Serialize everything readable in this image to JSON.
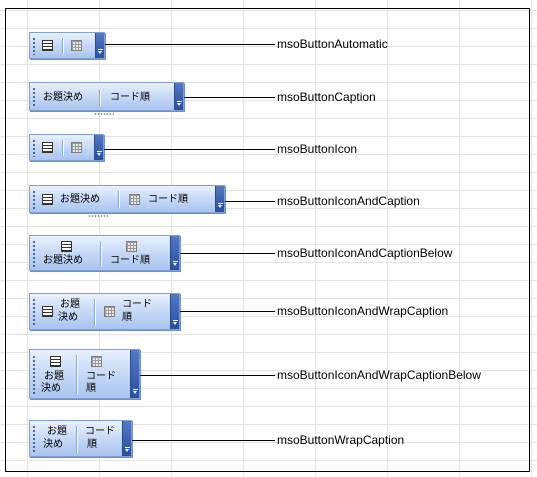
{
  "toolbar_items": {
    "title_label": "お題決め",
    "title_line1": "お題",
    "title_line2": "決め",
    "code_label": "コード順",
    "code_line1": "コード",
    "code_line2": "順",
    "list_icon": "list-icon",
    "grid_icon": "grid-icon"
  },
  "styles": [
    "msoButtonAutomatic",
    "msoButtonCaption",
    "msoButtonIcon",
    "msoButtonIconAndCaption",
    "msoButtonIconAndCaptionBelow",
    "msoButtonIconAndWrapCaption",
    "msoButtonIconAndWrapCaptionBelow",
    "msoButtonWrapCaption"
  ],
  "colors": {
    "toolbar_light": "#e9f1fc",
    "toolbar_dark": "#a9c4ee",
    "chevron": "#294f9f",
    "leader_line": "#000000"
  }
}
